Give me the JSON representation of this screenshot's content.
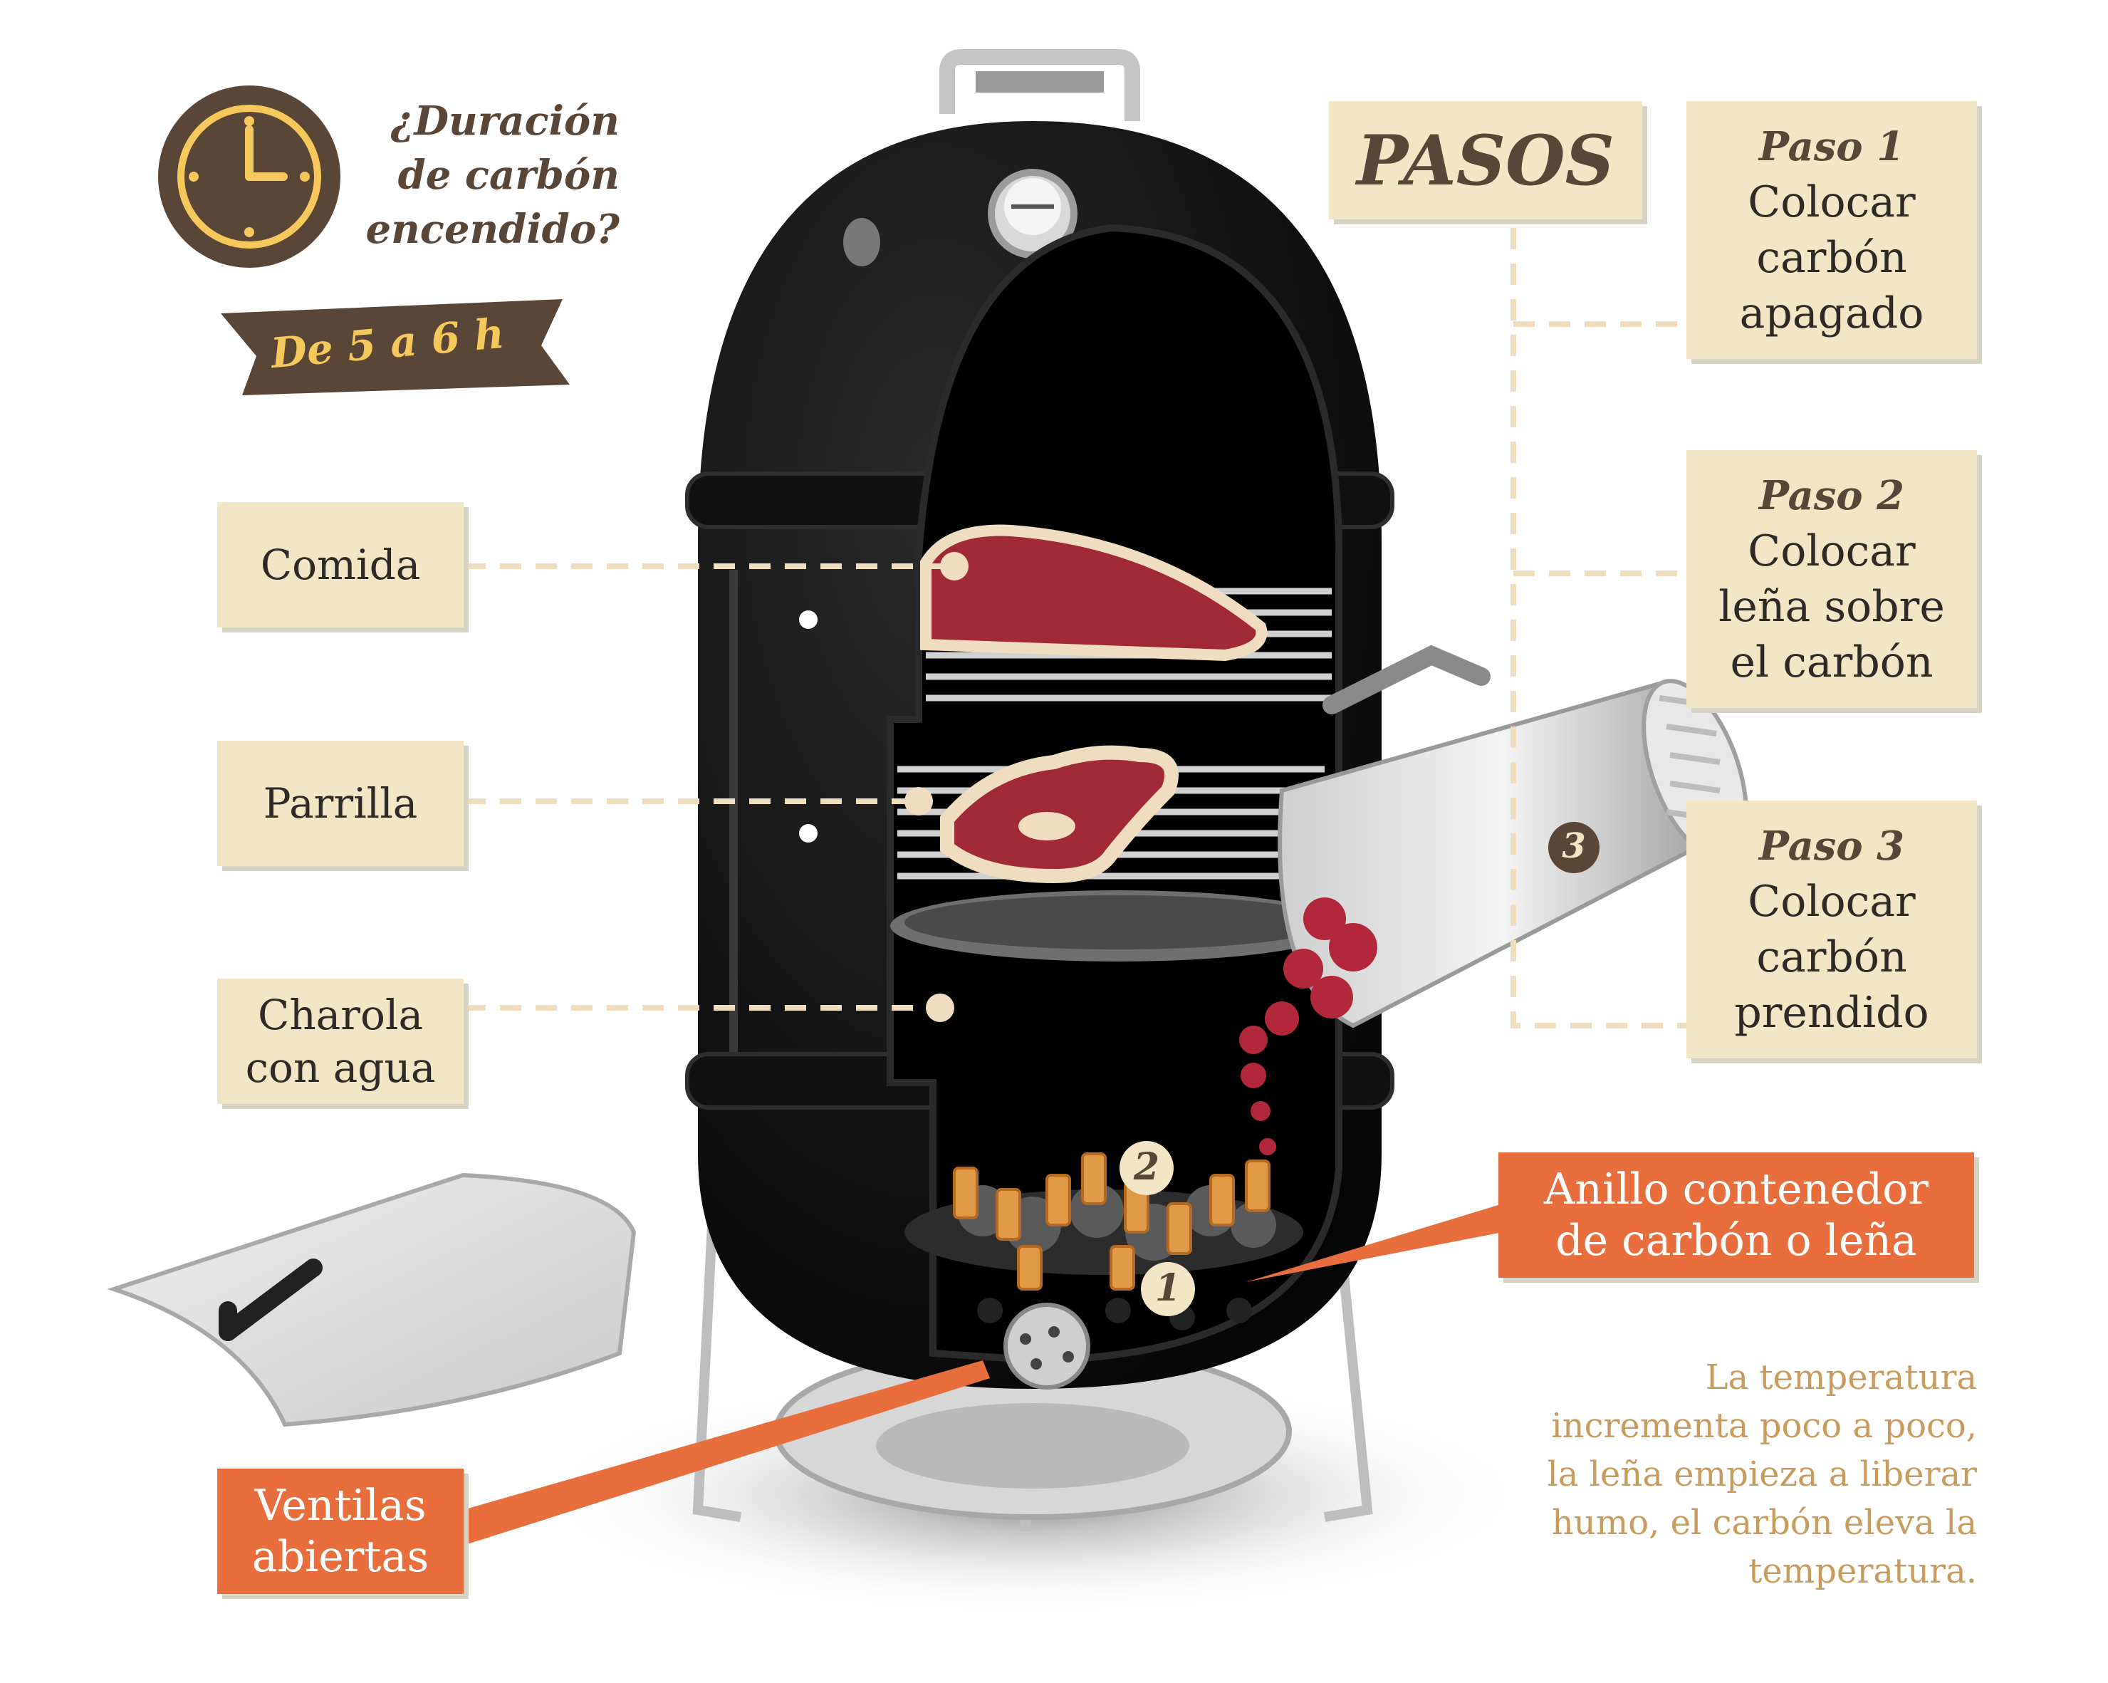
{
  "clock": {
    "question": [
      "¿Duración",
      "de carbón",
      "encendido?"
    ],
    "duration": "De 5 a 6 h"
  },
  "labels": {
    "comida": "Comida",
    "parrilla": "Parrilla",
    "charola": [
      "Charola",
      "con agua"
    ]
  },
  "pasos_title": "PASOS",
  "steps": [
    {
      "title": "Paso 1",
      "lines": [
        "Colocar",
        "carbón",
        "apagado"
      ]
    },
    {
      "title": "Paso 2",
      "lines": [
        "Colocar",
        "leña sobre",
        "el carbón"
      ]
    },
    {
      "title": "Paso 3",
      "lines": [
        "Colocar",
        "carbón",
        "prendido"
      ]
    }
  ],
  "callouts": {
    "anillo": [
      "Anillo contenedor",
      "de carbón o leña"
    ],
    "ventilas": [
      "Ventilas",
      "abiertas"
    ]
  },
  "markers": {
    "one": "1",
    "two": "2",
    "three": "3"
  },
  "note": [
    "La temperatura",
    "incrementa poco a poco,",
    "la leña empieza a liberar",
    "humo, el carbón eleva la",
    "temperatura."
  ],
  "colors": {
    "box": "#f3e6c4",
    "brown": "#5a4636",
    "orange": "#e96e3d",
    "note": "#c99c5e",
    "grill": "#0d0d0d",
    "meat": "#a22a36",
    "charcoal_hot": "#b2283a",
    "wood": "#e09a45"
  }
}
